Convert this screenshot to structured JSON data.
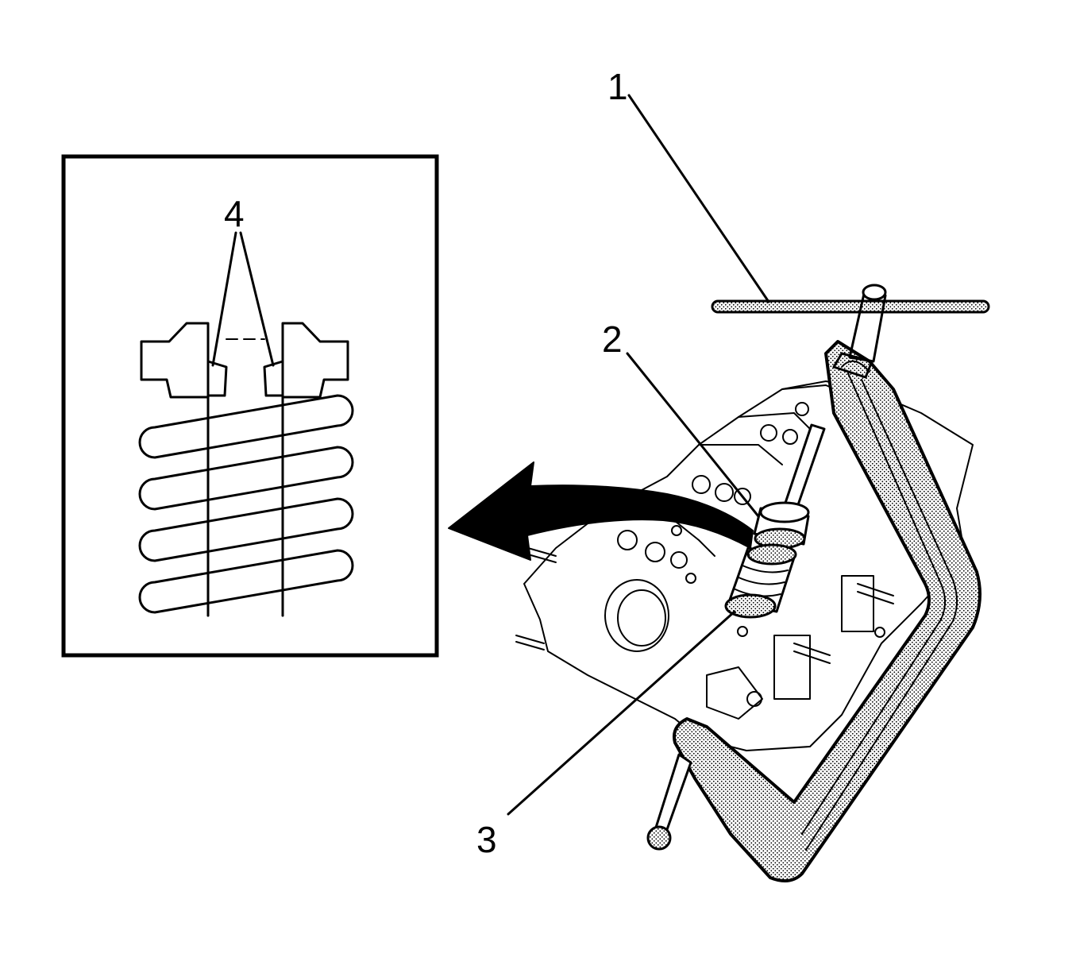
{
  "callouts": {
    "c1": "1",
    "c2": "2",
    "c3": "3",
    "c4": "4"
  },
  "colors": {
    "line": "#000000",
    "background": "#ffffff",
    "stipple": "#000000"
  }
}
